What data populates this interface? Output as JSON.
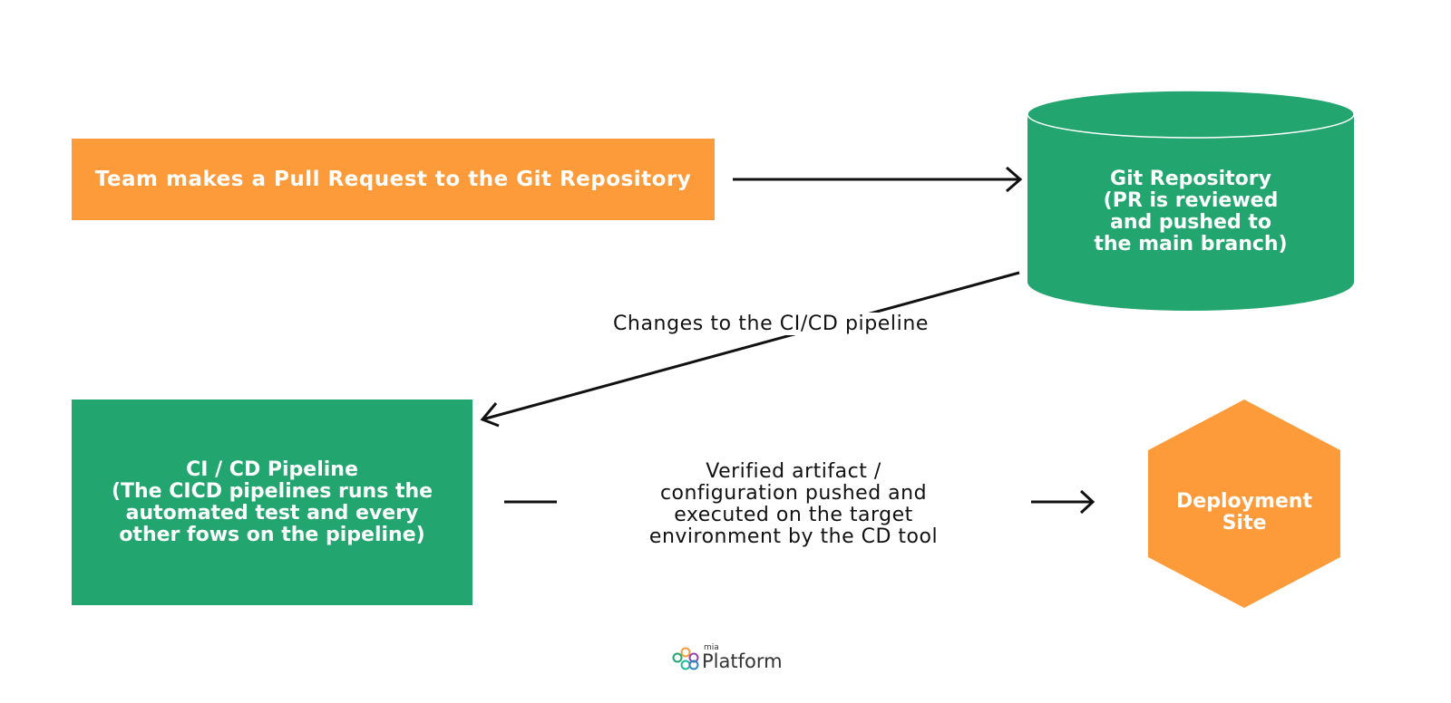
{
  "colors": {
    "orange": "#FD9B3A",
    "green": "#22A56E",
    "arrow": "#111111"
  },
  "nodes": {
    "pull_request": "Team makes a Pull Request to the Git Repository",
    "git_repository": [
      "Git Repository",
      "(PR is reviewed",
      "and pushed to",
      "the main branch)"
    ],
    "cicd_pipeline": [
      "CI / CD Pipeline",
      "(The CICD pipelines runs the",
      "automated test and every",
      "other fows on the pipeline)"
    ],
    "deployment_site": [
      "Deployment",
      "Site"
    ]
  },
  "edges": {
    "changes_label": "Changes to the CI/CD pipeline",
    "verified_label": [
      "Verified artifact /",
      "configuration pushed and",
      "executed on the target",
      "environment by the CD tool"
    ]
  },
  "logo": {
    "small": "mia",
    "large": "Platform",
    "ring_colors": [
      "#F39C3A",
      "#8E44AD",
      "#2E86C1",
      "#22A56E",
      "#1ABC9C"
    ]
  }
}
